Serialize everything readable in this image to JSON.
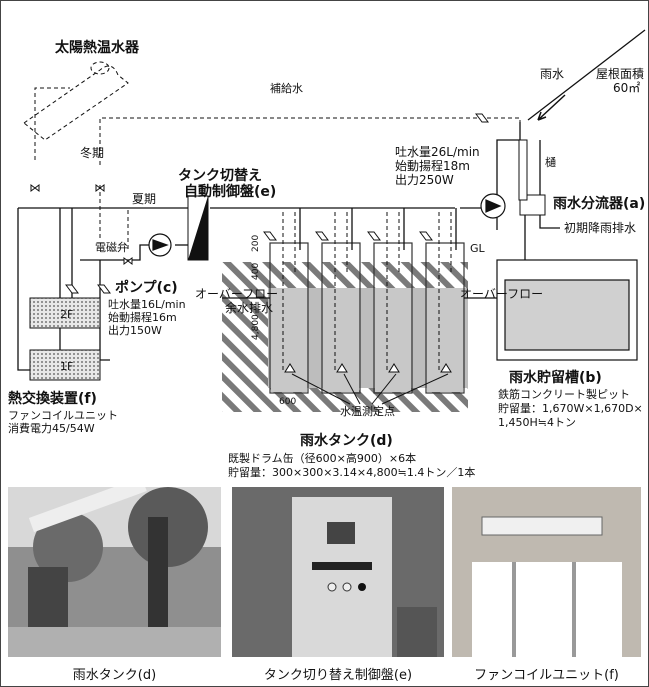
{
  "labels": {
    "solar_heater": "太陽熱温水器",
    "makeup_water": "補給水",
    "rain": "雨水",
    "roof_area": "屋根面積",
    "roof_area_value": "60㎡",
    "downspout": "樋",
    "winter": "冬期",
    "summer": "夏期",
    "solenoid_valve": "電磁弁",
    "controller_title_1": "タンク切替え",
    "controller_title_2": "自動制御盤(e)",
    "pump_a_spec_1": "吐水量26L/min",
    "pump_a_spec_2": "始動揚程18m",
    "pump_a_spec_3": "出力250W",
    "separator": "雨水分流器(a)",
    "first_flush": "初期降雨排水",
    "pump_c": "ポンプ(c)",
    "pump_c_spec_1": "吐水量16L/min",
    "pump_c_spec_2": "始動揚程16m",
    "pump_c_spec_3": "出力150W",
    "floor_2f": "2F",
    "floor_1f": "1F",
    "overflow_left_1": "オーバーフロー",
    "overflow_left_2": "余水排水",
    "overflow_right": "オーバーフロー",
    "gl": "GL",
    "dim_200": "200",
    "dim_400": "400",
    "dim_4800": "4,800",
    "dim_600": "600",
    "heat_exchanger": "熱交換装置(f)",
    "fan_coil": "ファンコイルユニット",
    "power": "消費電力45/54W",
    "measure_point": "水温測定点",
    "storage_title": "雨水貯留槽(b)",
    "storage_1": "鉄筋コンクリート製ピット",
    "storage_2": "貯留量：1,670W×1,670D×",
    "storage_3": "1,450H≒4トン",
    "tank_title": "雨水タンク(d)",
    "tank_spec_1": "既製ドラム缶（径600×高900）×6本",
    "tank_spec_2": "貯留量：300×300×3.14×4,800≒1.4トン／1本"
  },
  "photos": {
    "cap_1": "雨水タンク(d)",
    "cap_2": "タンク切り替え制御盤(e)",
    "cap_3": "ファンコイルユニット(f)"
  }
}
